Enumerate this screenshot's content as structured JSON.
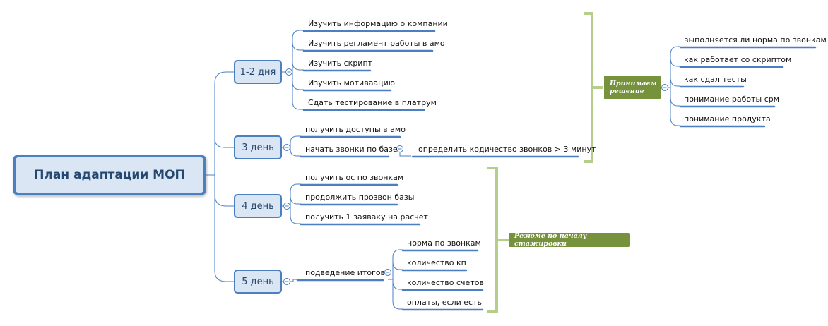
{
  "root": "План адаптации МОП",
  "days": [
    {
      "label": "1-2 дня",
      "items": [
        "Изучить информацию о компании",
        "Изучить регламент работы в амо",
        "Изучить скрипт",
        "Изучить мотиваацию",
        "Сдать тестирование в платрум"
      ]
    },
    {
      "label": "3 день",
      "items": [
        "получить доступы в амо",
        "начать звонки по базе"
      ],
      "sub_item": "определить кодичество звонков > 3 минут"
    },
    {
      "label": "4 день",
      "items": [
        "получить ос по звонкам",
        "продолжить прозвон базы",
        "получить 1 заяваку на расчет"
      ]
    },
    {
      "label": "5 день",
      "items": [
        "подведение итогов"
      ],
      "sub_items": [
        "норма по звонкам",
        "количество кп",
        "количество счетов",
        "оплаты, если есть"
      ]
    }
  ],
  "decision_note": "Принимаем решение",
  "decision_items": [
    "выполняется ли норма по звонкам",
    "как работает со скриптом",
    "как сдал тесты",
    "понимание работы срм",
    "понимание продукта"
  ],
  "resume_note": "Резюме по началу стажировки",
  "colors": {
    "branch_line": "#4a7fc1",
    "node_fill": "#dbe6f4",
    "bracket": "#b5cf8a",
    "note_fill": "#76923c"
  }
}
